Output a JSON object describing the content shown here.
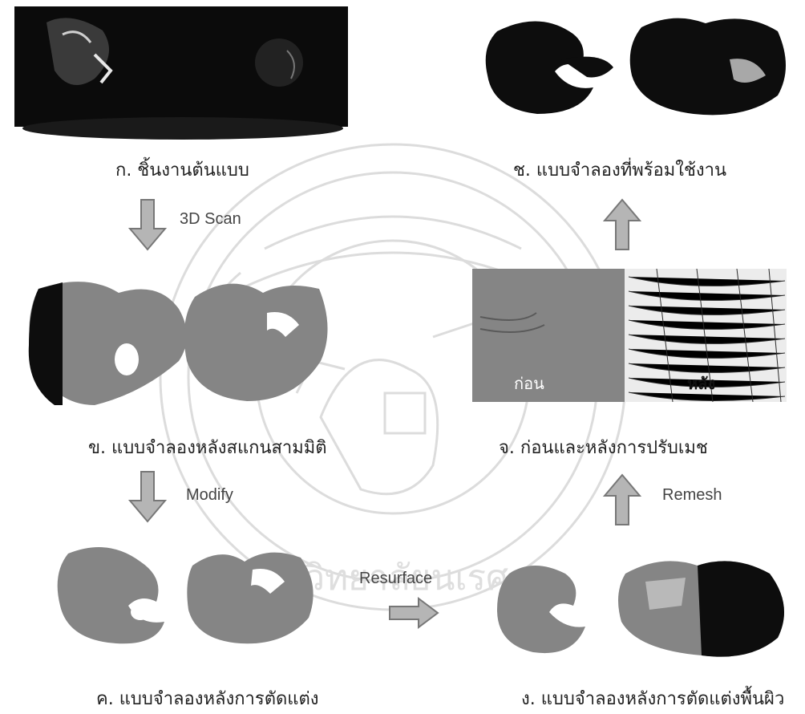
{
  "captions": {
    "a": "ก. ชิ้นงานต้นแบบ",
    "b": "ข. แบบจำลองหลังสแกนสามมิติ",
    "c": "ค. แบบจำลองหลังการตัดแต่ง",
    "d": "ง. แบบจำลองหลังการตัดแต่งพื้นผิว",
    "e": "จ. ก่อนและหลังการปรับเมช",
    "f": "ช. แบบจำลองที่พร้อมใช้งาน"
  },
  "steps": {
    "scan": "3D Scan",
    "modify": "Modify",
    "resurface": "Resurface",
    "remesh": "Remesh"
  },
  "panel_e": {
    "before": "ก่อน",
    "after": "หลัง"
  },
  "watermark": {
    "arc_text": "มหาวิทยาลัยนเรศวร"
  },
  "colors": {
    "mesh_gray": "#858585",
    "dark": "#0d0d0d",
    "arrow_fill": "#b5b5b5",
    "watermark": "#d9d9d9"
  }
}
